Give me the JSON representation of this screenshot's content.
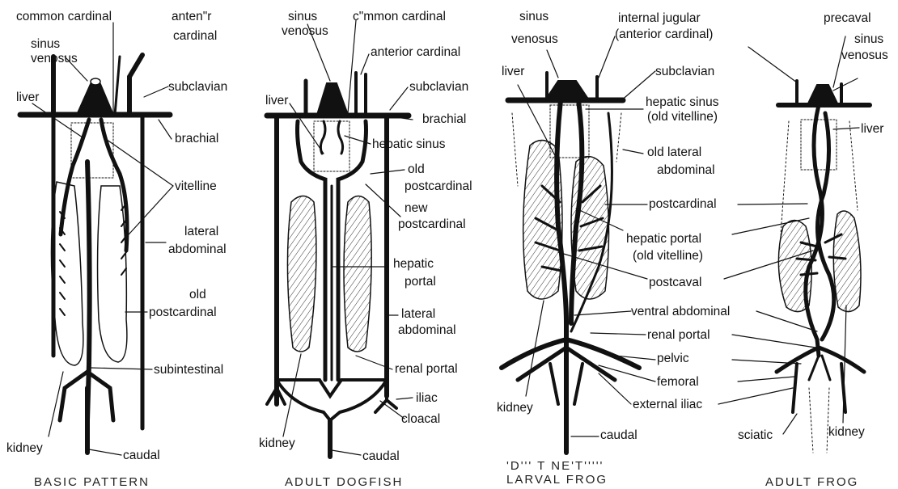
{
  "panels": [
    {
      "name": "basic-pattern",
      "caption": "BASIC PATTERN",
      "labels": {
        "common_cardinal": "common cardinal",
        "anterior_cardinal_1": "anten\"r",
        "anterior_cardinal_2": "cardinal",
        "sinus_venosus_1": "sinus",
        "sinus_venosus_2": "venosus",
        "subclavian": "subclavian",
        "liver": "liver",
        "brachial": "brachial",
        "vitelline": "vitelline",
        "lateral_abdominal_1": "lateral",
        "lateral_abdominal_2": "abdominal",
        "old_postcardinal_1": "old",
        "old_postcardinal_2": "postcardinal",
        "subintestinal": "subintestinal",
        "kidney": "kidney",
        "caudal": "caudal"
      }
    },
    {
      "name": "adult-dogfish",
      "caption": "ADULT DOGFISH",
      "labels": {
        "sinus_venosus_1": "sinus",
        "sinus_venosus_2": "venosus",
        "common_cardinal": "c\"mmon cardinal",
        "anterior_cardinal": "anterior cardinal",
        "subclavian": "subclavian",
        "liver": "liver",
        "brachial": "brachial",
        "hepatic_sinus": "hepatic sinus",
        "old_postcardinal_1": "old",
        "old_postcardinal_2": "postcardinal",
        "new_postcardinal_1": "new",
        "new_postcardinal_2": "postcardinal",
        "hepatic_portal_1": "hepatic",
        "hepatic_portal_2": "portal",
        "lateral_abdominal_1": "lateral",
        "lateral_abdominal_2": "abdominal",
        "renal_portal": "renal portal",
        "iliac": "iliac",
        "cloacal": "cloacal",
        "kidney": "kidney",
        "caudal": "caudal"
      }
    },
    {
      "name": "larval-frog",
      "caption": "'D''' T NE'T''''' LARVAL FROG",
      "labels": {
        "sinus_venosus_1": "sinus",
        "sinus_venosus_2": "venosus",
        "internal_jugular_1": "internal jugular",
        "internal_jugular_2": "(anterior cardinal)",
        "liver": "liver",
        "subclavian": "subclavian",
        "hepatic_sinus_1": "hepatic sinus",
        "hepatic_sinus_2": "(old vitelline)",
        "old_lateral_abdominal_1": "old lateral",
        "old_lateral_abdominal_2": "abdominal",
        "postcardinal": "postcardinal",
        "hepatic_portal_1": "hepatic portal",
        "hepatic_portal_2": "(old vitelline)",
        "postcaval": "postcaval",
        "ventral_abdominal": "ventral abdominal",
        "renal_portal": "renal portal",
        "pelvic": "pelvic",
        "femoral": "femoral",
        "external_iliac": "external iliac",
        "kidney": "kidney",
        "caudal": "caudal"
      }
    },
    {
      "name": "adult-frog",
      "caption": "ADULT FROG",
      "labels": {
        "precaval": "precaval",
        "sinus_venosus_1": "sinus",
        "sinus_venosus_2": "venosus",
        "liver": "liver",
        "sciatic": "sciatic",
        "kidney": "kidney"
      }
    }
  ],
  "colors": {
    "ink": "#111111",
    "background": "#ffffff"
  }
}
